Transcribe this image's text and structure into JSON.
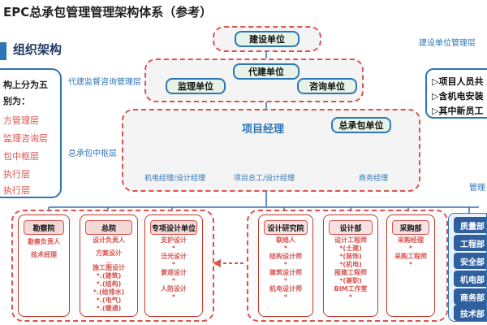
{
  "title": "EPC总承包管理管理架构体系（参考）",
  "section_title": "组织架构",
  "left_panel": {
    "lines": [
      "构上分为五",
      "别为："
    ],
    "items": [
      "方管理层",
      "监理咨询层",
      "包中枢层",
      "执行层",
      "执行层"
    ]
  },
  "right_panel": {
    "items": [
      "▷项目人员共",
      "▷含机电安装",
      "▷其中新员工"
    ]
  },
  "top": {
    "owner": "建设单位",
    "owner_layer": "建设单位管理层",
    "agent": "代建单位",
    "supervisor": "监理单位",
    "consult": "咨询单位",
    "supervise_layer": "代建监督咨询管理层"
  },
  "center": {
    "pm": "项目经理",
    "contractor": "总承包单位",
    "layer": "总承包中枢层",
    "roles": [
      "机电经理/设计经理",
      "项目总工/设计经理",
      "商务经理"
    ]
  },
  "right_edge_label": "管理",
  "left_group": [
    {
      "head": "勘察院",
      "items": [
        "勘察负责人",
        "",
        "技术经理"
      ]
    },
    {
      "head": "总院",
      "items": [
        "设计负责人",
        "",
        "方案设计",
        "..",
        "施工图设计",
        "*.(建筑)",
        "*.(结构)",
        "*.(给排水)",
        "*.(电气)",
        "*.(暖通)"
      ]
    },
    {
      "head": "专项设计单位",
      "items": [
        "支护设计",
        "*",
        "泛光设计",
        "*",
        "景观设计",
        "*",
        "人防设计",
        "*"
      ]
    }
  ],
  "right_group": [
    {
      "head": "设计研究院",
      "items": [
        "联络人",
        "*",
        "结构设计师",
        "*",
        "建筑设计师",
        "*",
        "机电设计师",
        "*"
      ]
    },
    {
      "head": "设计部",
      "items": [
        "设计工程师",
        "*(土建)",
        "*(装饰)",
        "*(机电)",
        "报建工程师",
        "*(兼职)",
        "BIM工作室",
        "*"
      ]
    },
    {
      "head": "采购部",
      "items": [
        "采购经理",
        "*",
        "采购工程师",
        "*"
      ]
    }
  ],
  "departments": [
    "质量部",
    "工程部",
    "安全部",
    "机电部",
    "商务部",
    "技术部"
  ],
  "colors": {
    "blue": "#2e75b6",
    "red": "#d9534f",
    "dept": "#2f5f9e",
    "green": "#e6f3e6"
  }
}
